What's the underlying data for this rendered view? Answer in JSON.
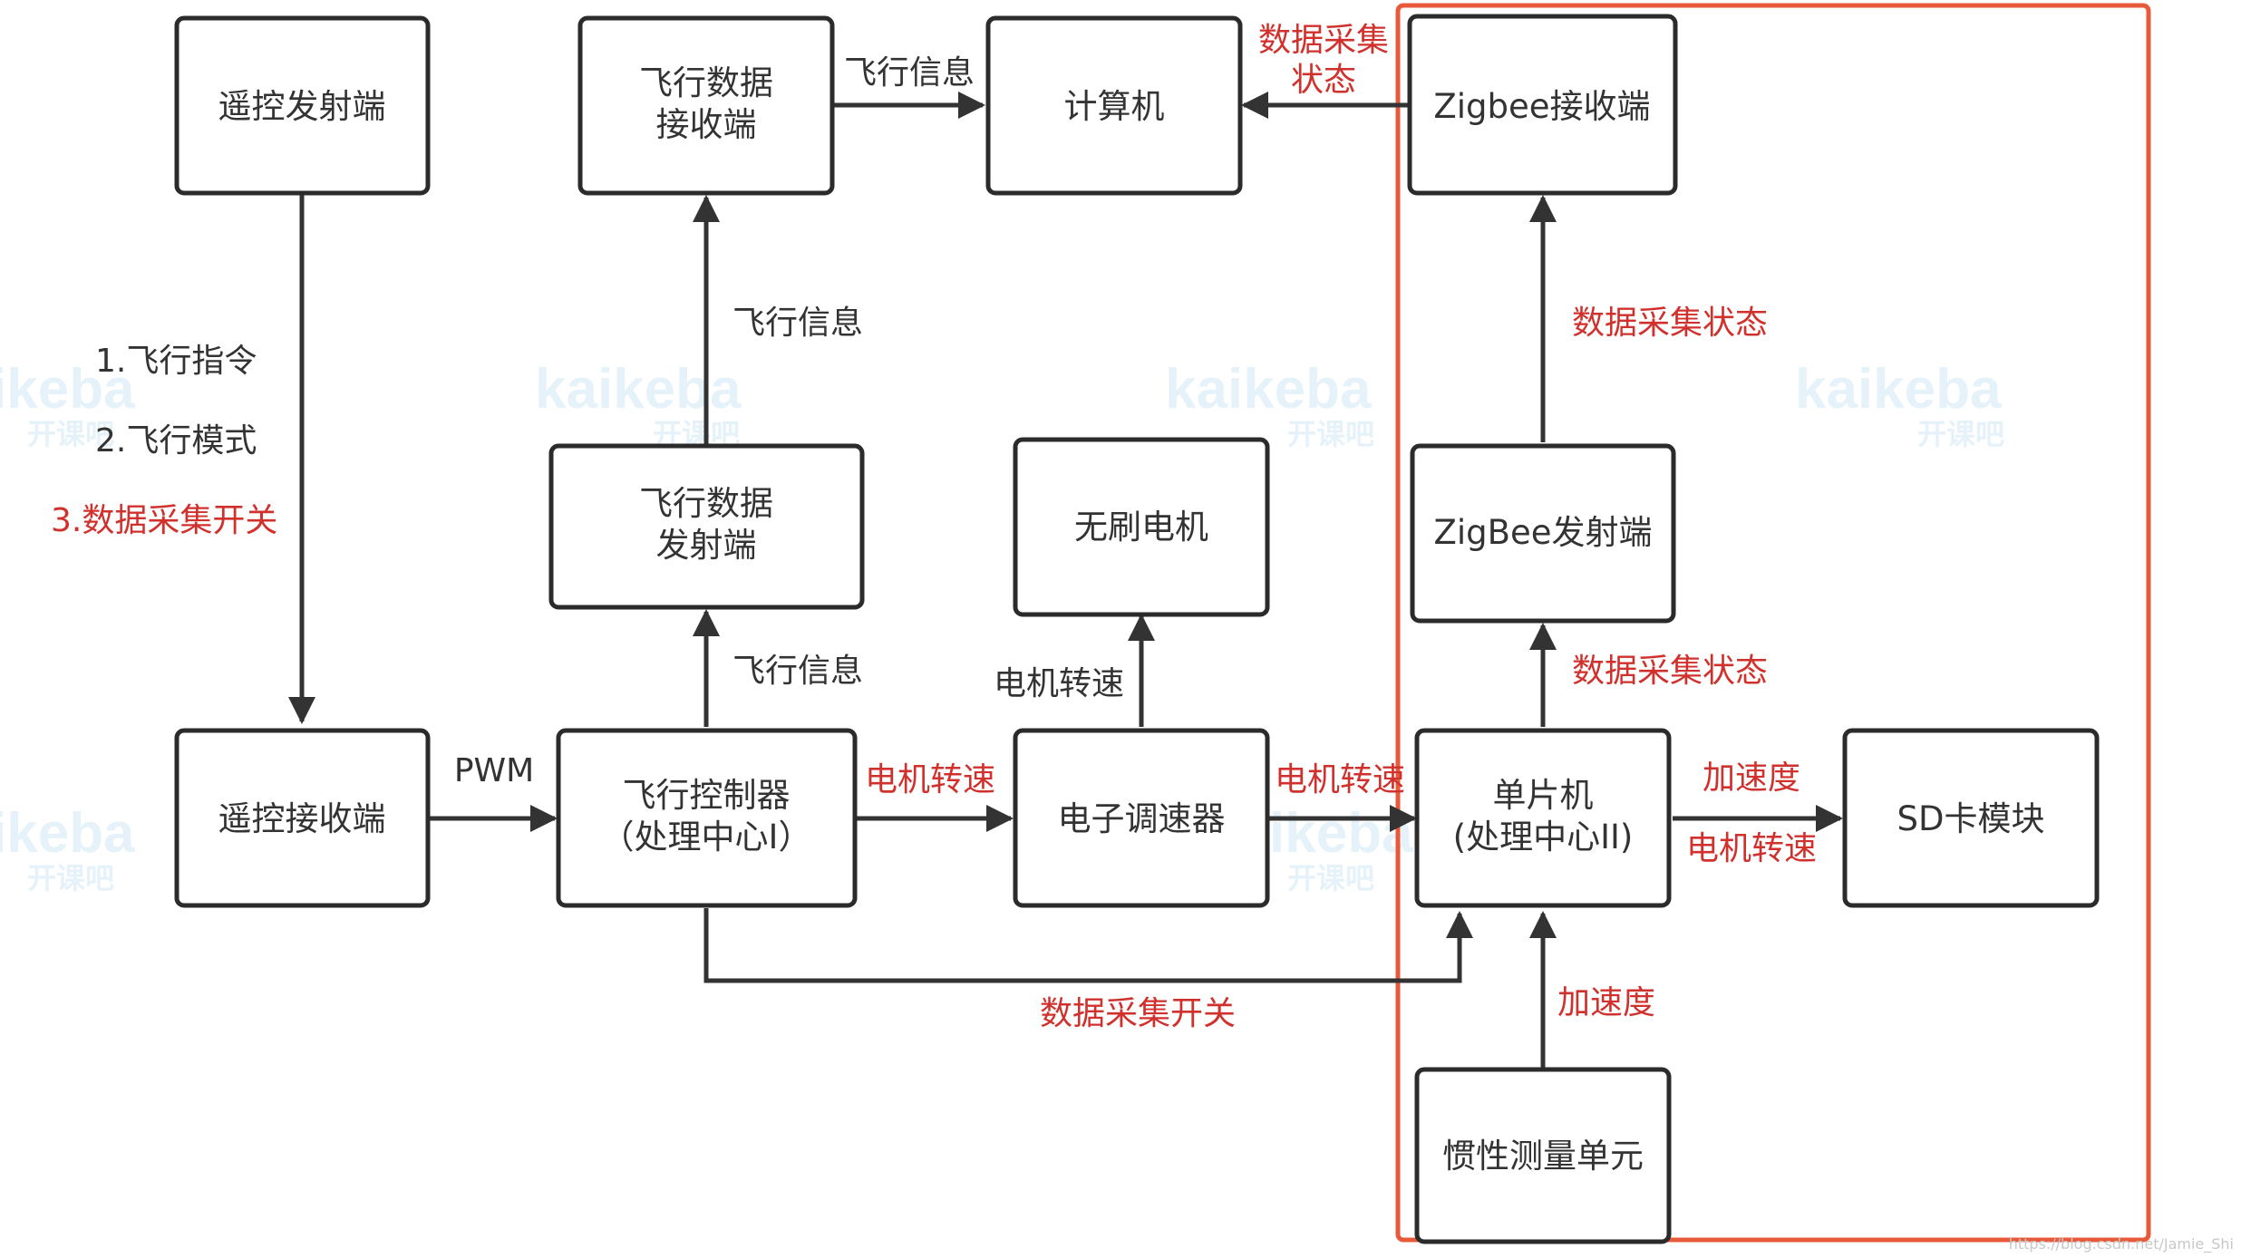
{
  "colors": {
    "background": "#ffffff",
    "box_stroke": "#2b2b2b",
    "line": "#333333",
    "text": "#333333",
    "red_label": "#d0312d",
    "highlight_border": "#e8593a",
    "watermark": "#d6ebf7"
  },
  "watermark": {
    "brand": "kaikeba",
    "brand_partial": "ikeba",
    "sub": "开课吧"
  },
  "footer_text": "https://blog.csdn.net/Jamie_Shi",
  "nodes": {
    "remote_tx": {
      "lines": [
        "遥控发射端"
      ]
    },
    "flight_data_rx": {
      "lines": [
        "飞行数据",
        "接收端"
      ]
    },
    "computer": {
      "lines": [
        "计算机"
      ]
    },
    "zigbee_rx": {
      "lines": [
        "Zigbee接收端"
      ]
    },
    "flight_data_tx": {
      "lines": [
        "飞行数据",
        "发射端"
      ]
    },
    "brushless_motor": {
      "lines": [
        "无刷电机"
      ]
    },
    "zigbee_tx": {
      "lines": [
        "ZigBee发射端"
      ]
    },
    "remote_rx": {
      "lines": [
        "遥控接收端"
      ]
    },
    "flight_controller": {
      "lines": [
        "飞行控制器",
        "（处理中心I）"
      ]
    },
    "esc": {
      "lines": [
        "电子调速器"
      ]
    },
    "mcu": {
      "lines": [
        "单片机",
        "(处理中心II)"
      ]
    },
    "sd_module": {
      "lines": [
        "SD卡模块"
      ]
    },
    "imu": {
      "lines": [
        "惯性测量单元"
      ]
    }
  },
  "edge_labels": {
    "rx_to_computer": "飞行信息",
    "zigbee_to_computer": "数据采集\n状态",
    "remote_cmd_1": "1.飞行指令",
    "remote_cmd_2": "2.飞行模式",
    "remote_cmd_3": "3.数据采集开关",
    "fdtx_to_fdrx": "飞行信息",
    "fc_to_fdtx": "飞行信息",
    "zigbee_tx_to_rx": "数据采集状态",
    "mcu_to_zigbee_tx": "数据采集状态",
    "esc_to_motor": "电机转速",
    "pwm": "PWM",
    "fc_to_esc": "电机转速",
    "esc_to_mcu": "电机转速",
    "mcu_to_sd_1": "加速度",
    "mcu_to_sd_2": "电机转速",
    "fc_to_mcu_switch": "数据采集开关",
    "imu_to_mcu": "加速度"
  }
}
